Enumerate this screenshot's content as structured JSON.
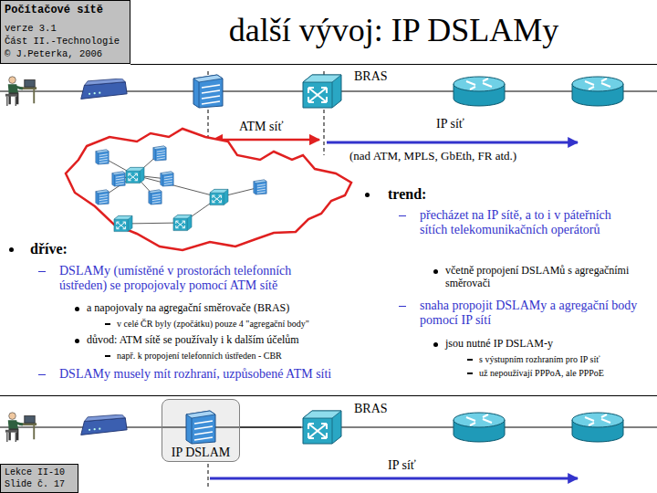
{
  "diagram": {
    "title": "další vývoj: IP DSLAMy",
    "nodes": [
      {
        "text": [
          "Počítačové sítě",
          "verze 3.1",
          "Část II.-Technologie",
          "© J.Peterka, 2006"
        ]
      },
      {
        "text": [
          "BRAS"
        ]
      },
      {
        "text": [
          "IP DSLAM"
        ]
      },
      {
        "text": [
          "BRAS"
        ]
      },
      {
        "text": [
          "Lekce II-10",
          "Slide č. 17"
        ]
      }
    ],
    "edges": [
      {
        "from": 2,
        "to": 3,
        "arrow": "none"
      }
    ],
    "labels": [
      "ATM síť",
      "IP síť",
      "(nad ATM, MPLS, GbEth, FR atd.)",
      "trend:",
      "přecházet na IP sítě, a to i v páteřních sítích telekomunikačních operátorů",
      "včetně propojení DSLAMů s agregačními směrovači",
      "snaha propojit DSLAMy a agregační body pomocí IP sítí",
      "jsou nutné IP DSLAM-y",
      "s výstupním rozhraním pro IP síť",
      "už nepoužívají PPPoA, ale PPPoE",
      "dříve:",
      "DSLAMy (umístěné v prostorách telefonních ústředen) se propojovaly pomocí ATM sítě",
      "a napojovaly na agregační směrovače (BRAS)",
      "v celé ČR byly (zpočátku) pouze 4 \"agregační body\"",
      "důvod: ATM sítě se používaly i k dalším účelům",
      "např. k propojení telefonních ústředen - CBR",
      "DSLAMy musely mít rozhraní, uzpůsobené ATM síti",
      "IP síť"
    ]
  }
}
